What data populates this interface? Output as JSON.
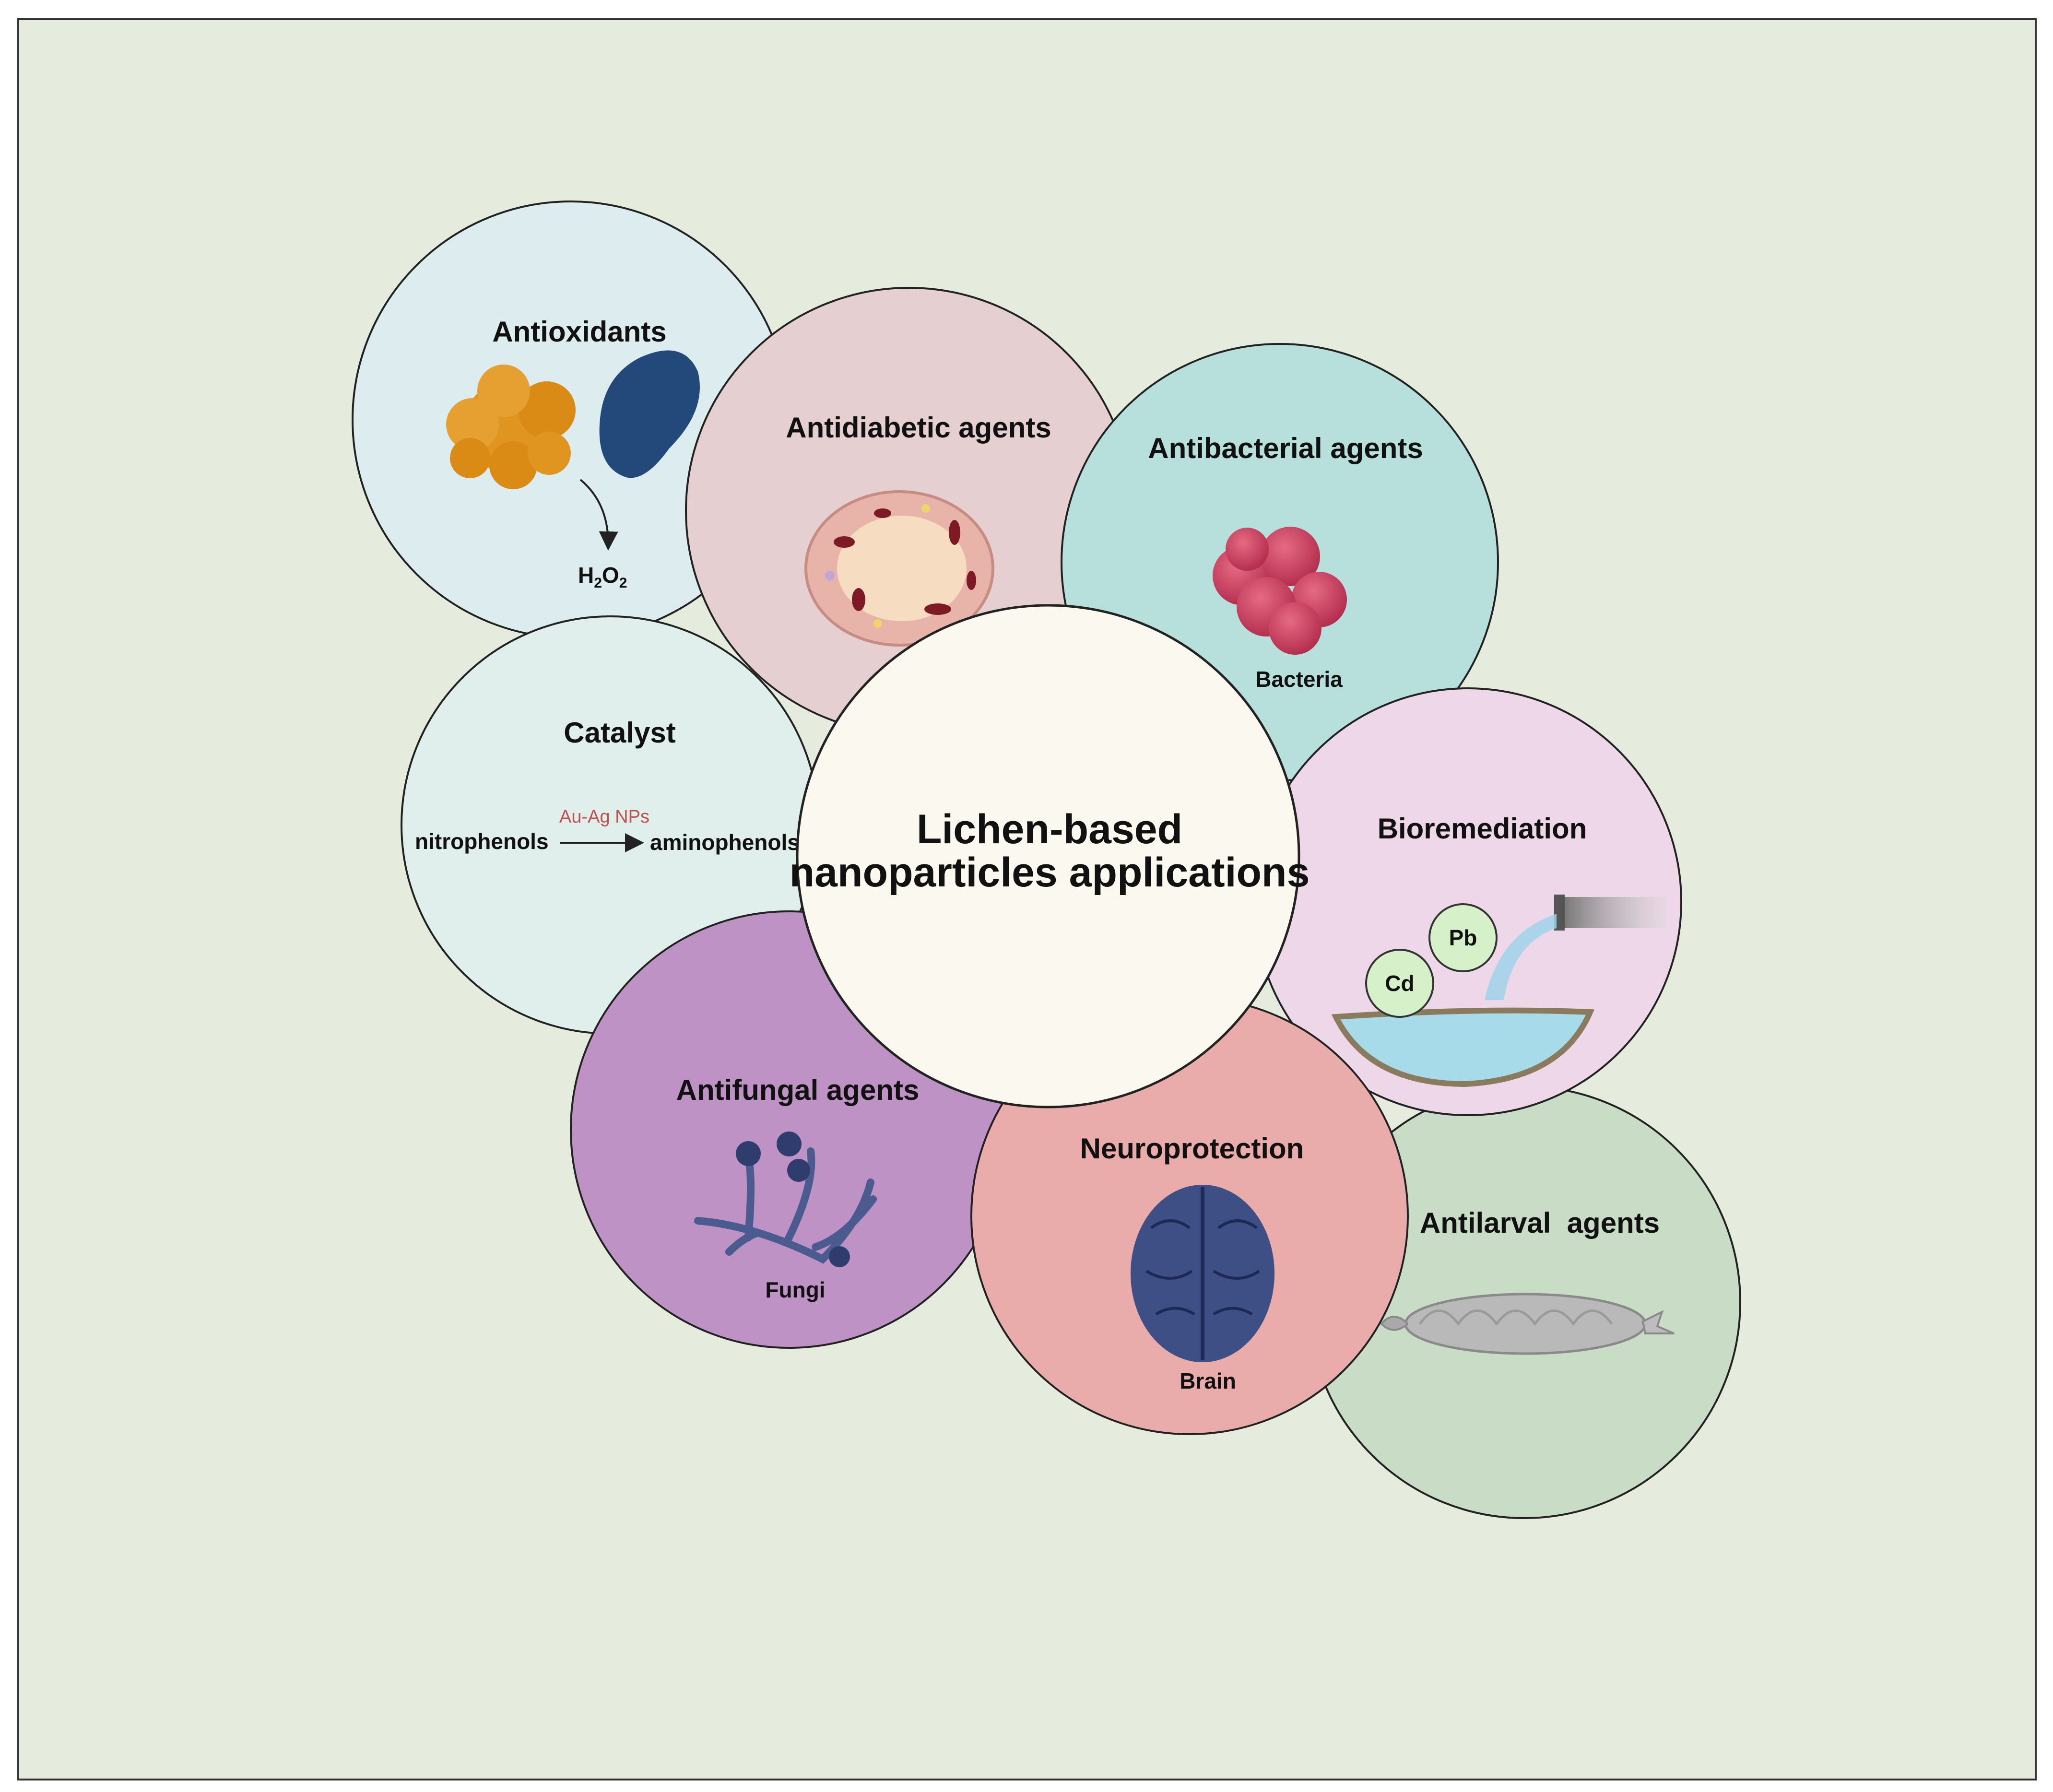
{
  "center": {
    "line1": "Lichen-based",
    "line2": "nanoparticles applications"
  },
  "bubbles": {
    "antioxidants": {
      "title": "Antioxidants",
      "h2o2_main": "H",
      "h2o2_sub1": "2",
      "h2o2_o": "O",
      "h2o2_sub2": "2"
    },
    "antidiabetic": {
      "title": "Antidiabetic agents"
    },
    "antibacterial": {
      "title": "Antibacterial agents",
      "label": "Bacteria"
    },
    "catalyst": {
      "title": "Catalyst",
      "reactant": "nitrophenols",
      "catalyst_label": "Au-Ag NPs",
      "product": "aminophenols"
    },
    "bioremediation": {
      "title": "Bioremediation",
      "metal1": "Pb",
      "metal2": "Cd"
    },
    "antifungal": {
      "title": "Antifungal agents",
      "label": "Fungi"
    },
    "neuroprotection": {
      "title": "Neuroprotection",
      "label": "Brain"
    },
    "antilarval": {
      "title": "Antilarval  agents"
    }
  },
  "colors": {
    "page_bg": "#e5ecde",
    "antioxidants": "#dcecef",
    "antidiabetic": "#e5cfd0",
    "antibacterial": "#b7e0dc",
    "catalyst": "#e0efec",
    "bioremediation": "#eed7e8",
    "antifungal": "#bf92c5",
    "neuroprotection": "#eaabab",
    "antilarval": "#c8dcc6",
    "center": "#fbf9ef",
    "catalyst_accent": "#c0504d"
  },
  "icons": [
    "antioxidant-enzyme-icon",
    "islet-cell-icon",
    "bacteria-cluster-icon",
    "reaction-arrow-icon",
    "metal-ion-icon",
    "wastewater-pipe-icon",
    "fungi-hyphae-icon",
    "brain-icon",
    "larva-icon"
  ]
}
